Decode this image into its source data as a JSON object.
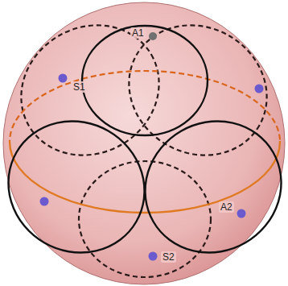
{
  "diagram": {
    "labels": [
      "A1",
      "S1",
      "A2",
      "S2"
    ]
  }
}
